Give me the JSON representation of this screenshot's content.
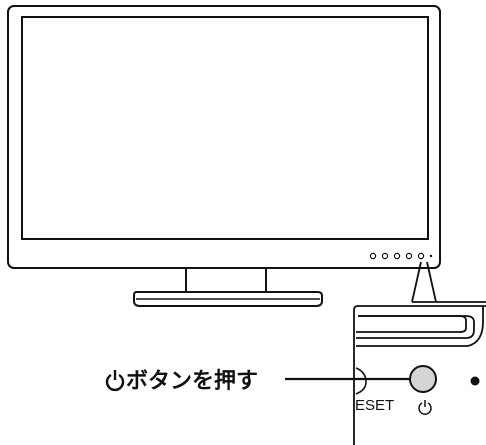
{
  "callout": {
    "label": "ボタンを押す",
    "icon": "power-icon"
  },
  "panel": {
    "reset_label": "ESET",
    "power_icon": "power-icon"
  },
  "monitor": {
    "control_buttons": 5
  },
  "colors": {
    "line": "#111111",
    "button_fill": "#d4d4d4",
    "background": "#ffffff"
  }
}
